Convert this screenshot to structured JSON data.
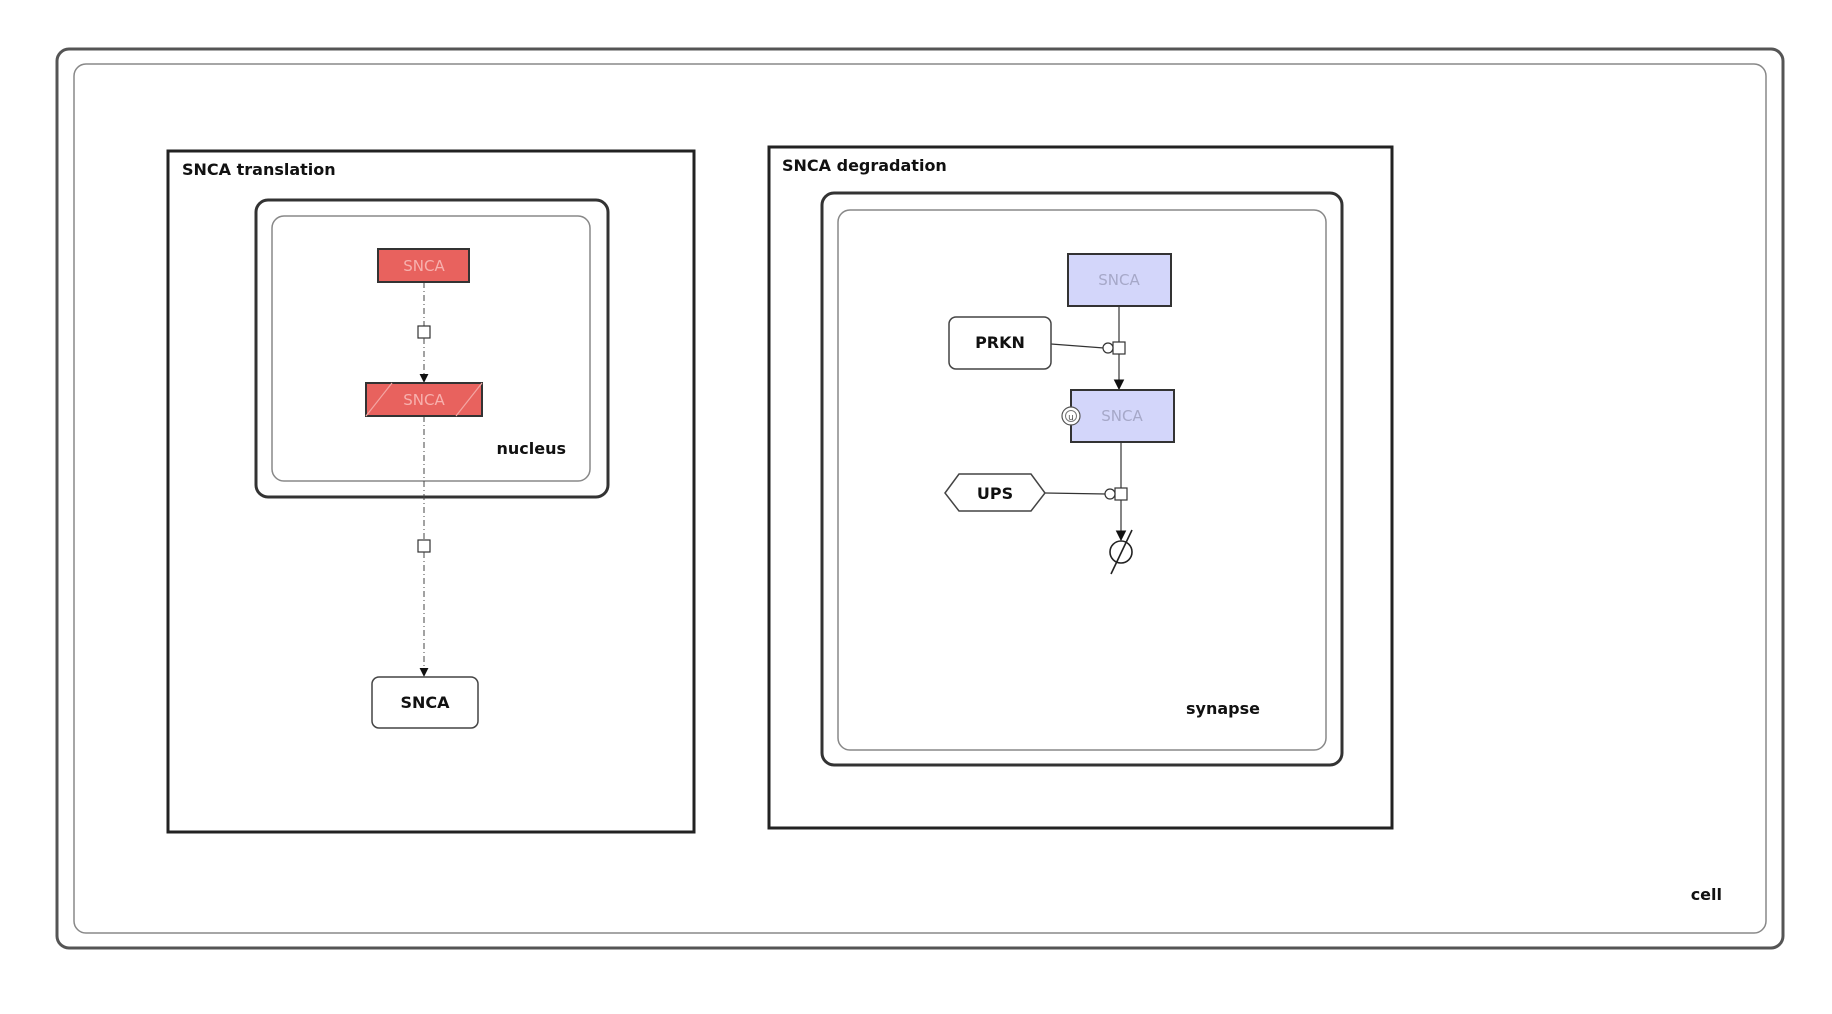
{
  "compartments": {
    "cell": "cell",
    "nucleus": "nucleus",
    "synapse": "synapse"
  },
  "modules": {
    "translation": "SNCA translation",
    "degradation": "SNCA degradation"
  },
  "nodes": {
    "snca_gene": "SNCA",
    "snca_rna": "SNCA",
    "snca_protein": "SNCA",
    "snca_deg_top": "SNCA",
    "snca_ub": "SNCA",
    "prkn": "PRKN",
    "ups": "UPS"
  },
  "colors": {
    "gene_fill": "#e8625e",
    "gene_text": "#f7b1ae",
    "protein_fill": "#d3d6fa",
    "protein_text": "#a6a8c8",
    "stroke": "#222222"
  },
  "icons": {
    "ubiquitin_marker": "ubiquitin-icon",
    "degradation_sink": "empty-set-icon"
  }
}
